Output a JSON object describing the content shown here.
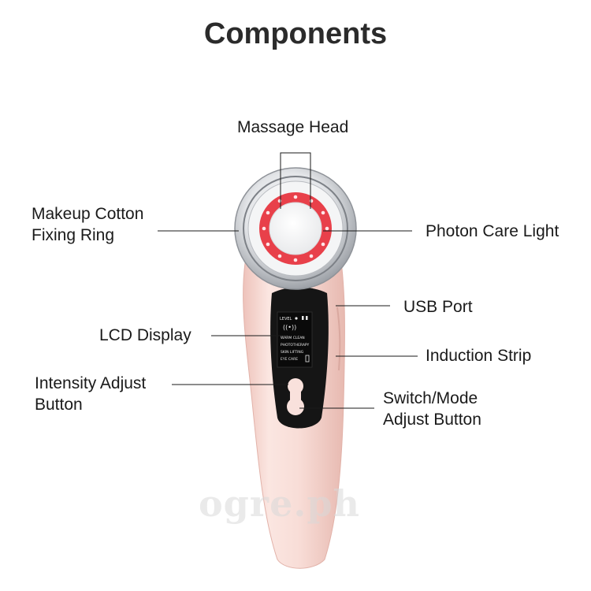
{
  "title": "Components",
  "labels": {
    "massage_head": "Massage Head",
    "makeup_ring_line1": "Makeup Cotton",
    "makeup_ring_line2": "Fixing Ring",
    "photon_light": "Photon Care Light",
    "usb_port": "USB Port",
    "lcd_display": "LCD Display",
    "induction_strip": "Induction Strip",
    "intensity_line1": "Intensity Adjust",
    "intensity_line2": "Button",
    "switch_line1": "Switch/Mode",
    "switch_line2": "Adjust Button"
  },
  "lcd": {
    "level": "LEVEL",
    "mode1": "WARM CLEAN",
    "mode2": "PHOTOTHERAPY",
    "mode3": "SKIN LIFTING",
    "mode4": "EYE CARE"
  },
  "watermark": "ogre.ph",
  "colors": {
    "body": "#f6d9d3",
    "led": "#e8404a",
    "panel": "#151515",
    "chrome": "#c9ccd0"
  }
}
